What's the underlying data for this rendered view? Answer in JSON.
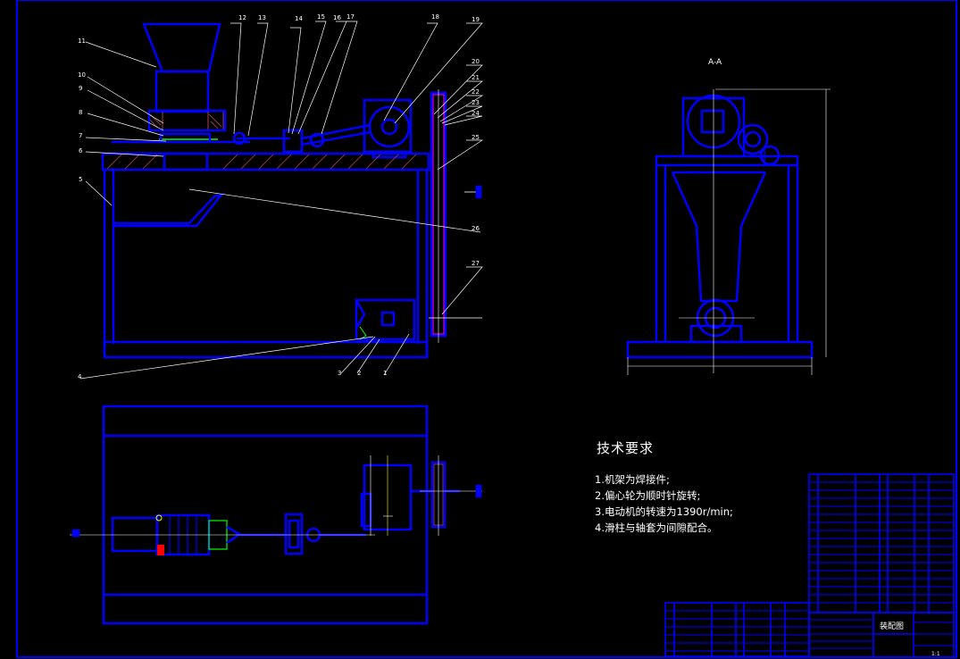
{
  "sheet": {
    "section_label": "A-A",
    "stamp_name": "装配图",
    "scale_text": "1:1"
  },
  "callouts": [
    "1",
    "2",
    "3",
    "4",
    "5",
    "6",
    "7",
    "8",
    "9",
    "10",
    "11",
    "12",
    "13",
    "14",
    "15",
    "16",
    "17",
    "18",
    "19",
    "20",
    "21",
    "22",
    "23",
    "24",
    "25",
    "26",
    "27"
  ],
  "tech_requirements": {
    "title": "技术要求",
    "items": [
      "1.机架为焊接件;",
      "2.偏心轮为顺时针旋转;",
      "3.电动机的转速为1390r/min;",
      "4.滑柱与轴套为间隙配合。"
    ]
  },
  "colors": {
    "background": "#000000",
    "part_line": "#0000ff",
    "leader_line": "#ffffff",
    "hatch": "#8b3a3a",
    "accent_yellow": "#ffff00",
    "accent_green": "#00ff00",
    "accent_red": "#ff0000",
    "accent_magenta": "#ff00ff"
  }
}
